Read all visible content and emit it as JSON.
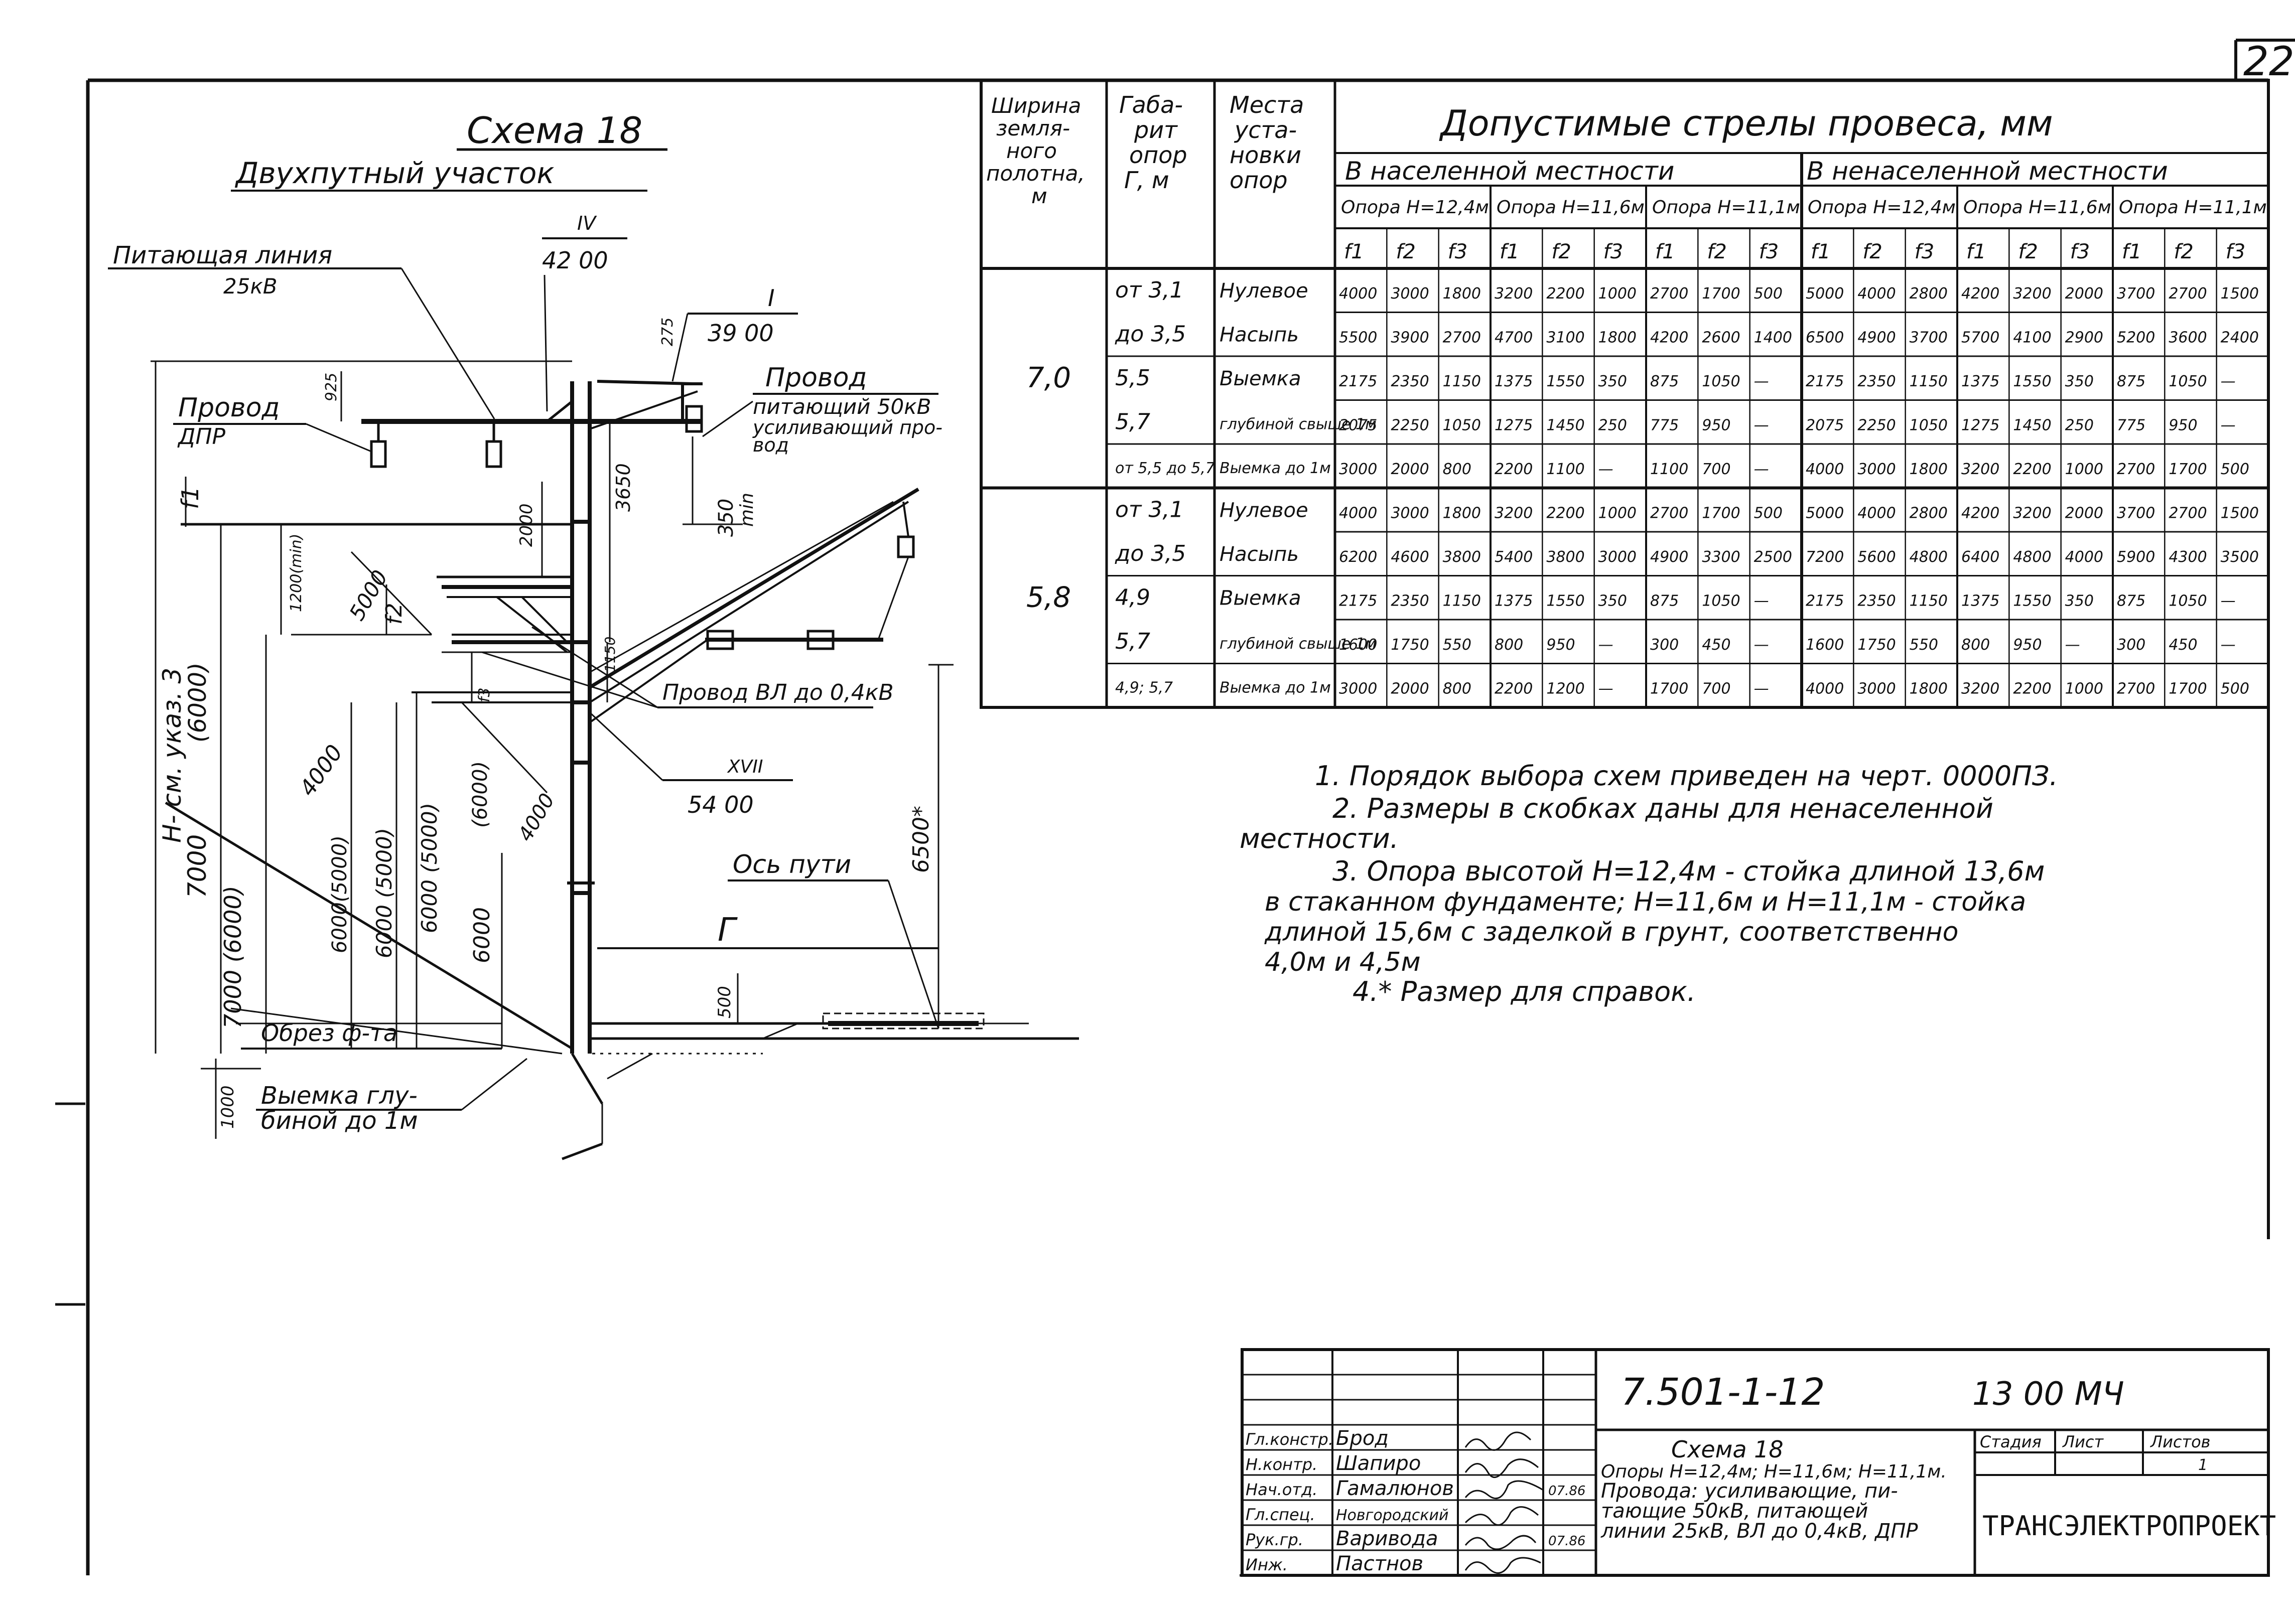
{
  "page_number": "22",
  "diagram": {
    "title": "Схема 18",
    "subtitle": "Двухпутный участок",
    "labels": {
      "feed_line": "Питающая линия",
      "feed_line_kv": "25кВ",
      "wire_dpr": "Провод",
      "wire_dpr2": "ДПР",
      "wire_feed_1": "Провод",
      "wire_feed_2": "питающий 50кВ",
      "wire_feed_3": "усиливающий про-",
      "wire_feed_4": "вод",
      "wire_vl": "Провод ВЛ до 0,4кВ",
      "axis": "Ось пути",
      "slope": "Обрез   ф-та",
      "excavation_1": "Выемка глу-",
      "excavation_2": "биной до 1м",
      "h_note": "H- см. указ. 3",
      "g_label": "Г",
      "f1": "f1",
      "f2": "f2",
      "f3": "f3",
      "roman_iv": "IV",
      "code_iv": "42 00",
      "roman_i": "I",
      "code_i": "39 00",
      "roman_xvii": "XVII",
      "code_xvii": "54 00",
      "d_275": "275",
      "d_925": "925",
      "d_350": "350",
      "d_min": "min",
      "d_3650": "3650",
      "d_2000": "2000",
      "d_1200": "1200(min)",
      "d_5000": "5000",
      "d_1150": "1150",
      "d_4000a": "4000",
      "d_6000a": "6000(5000)",
      "d_6000b": "6000 (5000)",
      "d_6000c": "6000 (5000)",
      "d_6000d": "(6000)",
      "d_4000b": "4000",
      "d_6000e": "6000",
      "d_7000a": "7000",
      "d_6000f": "(6000)",
      "d_7000b": "7000 (6000)",
      "d_6500": "6500*",
      "d_500": "500",
      "d_1000": "1000"
    }
  },
  "table": {
    "main_header": "Допустимые   стрелы   провеса, мм",
    "col_width": "Ширина земля- ного полотна, м",
    "col_width_lines": [
      "Ширина",
      "земля-",
      "ного",
      "полотна,",
      "м"
    ],
    "col_gabarit_lines": [
      "Габа-",
      "рит",
      "опор",
      "Г, м"
    ],
    "col_place_lines": [
      "Места",
      "уста-",
      "новки",
      "опор"
    ],
    "populated": "В населенной местности",
    "unpopulated": "В ненаселенной местности",
    "supports": [
      "Опора H=12,4м",
      "Опора H=11,6м",
      "Опора H=11,1м",
      "Опора H=12,4м",
      "Опора H=11,6м",
      "Опора H=11,1м"
    ],
    "f_headers": [
      "f1",
      "f2",
      "f3"
    ],
    "groups": [
      {
        "width": "7,0",
        "rows": [
          {
            "gabarit": "от 3,1",
            "place": "Нулевое",
            "values": [
              "4000",
              "3000",
              "1800",
              "3200",
              "2200",
              "1000",
              "2700",
              "1700",
              "500",
              "5000",
              "4000",
              "2800",
              "4200",
              "3200",
              "2000",
              "3700",
              "2700",
              "1500"
            ]
          },
          {
            "gabarit": "до 3,5",
            "place": "Насыпь",
            "values": [
              "5500",
              "3900",
              "2700",
              "4700",
              "3100",
              "1800",
              "4200",
              "2600",
              "1400",
              "6500",
              "4900",
              "3700",
              "5700",
              "4100",
              "2900",
              "5200",
              "3600",
              "2400"
            ]
          },
          {
            "gabarit": "5,5",
            "place": "Выемка",
            "values": [
              "2175",
              "2350",
              "1150",
              "1375",
              "1550",
              "350",
              "875",
              "1050",
              "—",
              "2175",
              "2350",
              "1150",
              "1375",
              "1550",
              "350",
              "875",
              "1050",
              "—"
            ]
          },
          {
            "gabarit": "5,7",
            "place": "глубиной свыше 1м",
            "values": [
              "2075",
              "2250",
              "1050",
              "1275",
              "1450",
              "250",
              "775",
              "950",
              "—",
              "2075",
              "2250",
              "1050",
              "1275",
              "1450",
              "250",
              "775",
              "950",
              "—"
            ]
          },
          {
            "gabarit": "от 5,5 до 5,7",
            "place": "Выемка до 1м",
            "values": [
              "3000",
              "2000",
              "800",
              "2200",
              "1100",
              "—",
              "1100",
              "700",
              "—",
              "4000",
              "3000",
              "1800",
              "3200",
              "2200",
              "1000",
              "2700",
              "1700",
              "500"
            ]
          }
        ]
      },
      {
        "width": "5,8",
        "rows": [
          {
            "gabarit": "от 3,1",
            "place": "Нулевое",
            "values": [
              "4000",
              "3000",
              "1800",
              "3200",
              "2200",
              "1000",
              "2700",
              "1700",
              "500",
              "5000",
              "4000",
              "2800",
              "4200",
              "3200",
              "2000",
              "3700",
              "2700",
              "1500"
            ]
          },
          {
            "gabarit": "до 3,5",
            "place": "Насыпь",
            "values": [
              "6200",
              "4600",
              "3800",
              "5400",
              "3800",
              "3000",
              "4900",
              "3300",
              "2500",
              "7200",
              "5600",
              "4800",
              "6400",
              "4800",
              "4000",
              "5900",
              "4300",
              "3500"
            ]
          },
          {
            "gabarit": "4,9",
            "place": "Выемка",
            "values": [
              "2175",
              "2350",
              "1150",
              "1375",
              "1550",
              "350",
              "875",
              "1050",
              "—",
              "2175",
              "2350",
              "1150",
              "1375",
              "1550",
              "350",
              "875",
              "1050",
              "—"
            ]
          },
          {
            "gabarit": "5,7",
            "place": "глубиной свыше 1м",
            "values": [
              "1600",
              "1750",
              "550",
              "800",
              "950",
              "—",
              "300",
              "450",
              "—",
              "1600",
              "1750",
              "550",
              "800",
              "950",
              "—",
              "300",
              "450",
              "—"
            ]
          },
          {
            "gabarit": "4,9; 5,7",
            "place": "Выемка до 1м",
            "values": [
              "3000",
              "2000",
              "800",
              "2200",
              "1200",
              "—",
              "1700",
              "700",
              "—",
              "4000",
              "3000",
              "1800",
              "3200",
              "2200",
              "1000",
              "2700",
              "1700",
              "500"
            ]
          }
        ]
      }
    ]
  },
  "notes": [
    "1. Порядок выбора схем приведен на черт. 0000ПЗ.",
    "2. Размеры в скобках даны для ненаселенной",
    "местности.",
    "3. Опора высотой H=12,4м - стойка длиной 13,6м",
    "в стаканном фундаменте; H=11,6м и H=11,1м - стойка",
    "длиной 15,6м с заделкой в грунт, соответственно",
    "4,0м и 4,5м",
    "4.* Размер для справок."
  ],
  "title_block": {
    "code": "7.501-1-12",
    "sheet_code": "13 00 МЧ",
    "roles": [
      {
        "role": "Гл.констр.",
        "name": "Брод",
        "date": ""
      },
      {
        "role": "Н.контр.",
        "name": "Шапиро",
        "date": ""
      },
      {
        "role": "Нач.отд.",
        "name": "Гамалюнов",
        "date": "07.86"
      },
      {
        "role": "Гл.спец.",
        "name": "Новгородский",
        "date": ""
      },
      {
        "role": "Рук.гр.",
        "name": "Варивода",
        "date": "07.86"
      },
      {
        "role": "Инж.",
        "name": "Пастнов",
        "date": ""
      }
    ],
    "desc_title": "Схема 18",
    "desc_lines": [
      "Опоры H=12,4м; H=11,6м; H=11,1м.",
      "Провода: усиливающие, пи-",
      "тающие 50кВ, питающей",
      "линии 25кВ, ВЛ до 0,4кВ, ДПР"
    ],
    "stage_label": "Стадия",
    "sheet_label": "Лист",
    "sheets_label": "Листов",
    "sheets_value": "1",
    "org": "ТРАНСЭЛЕКТРОПРОЕКТ"
  }
}
